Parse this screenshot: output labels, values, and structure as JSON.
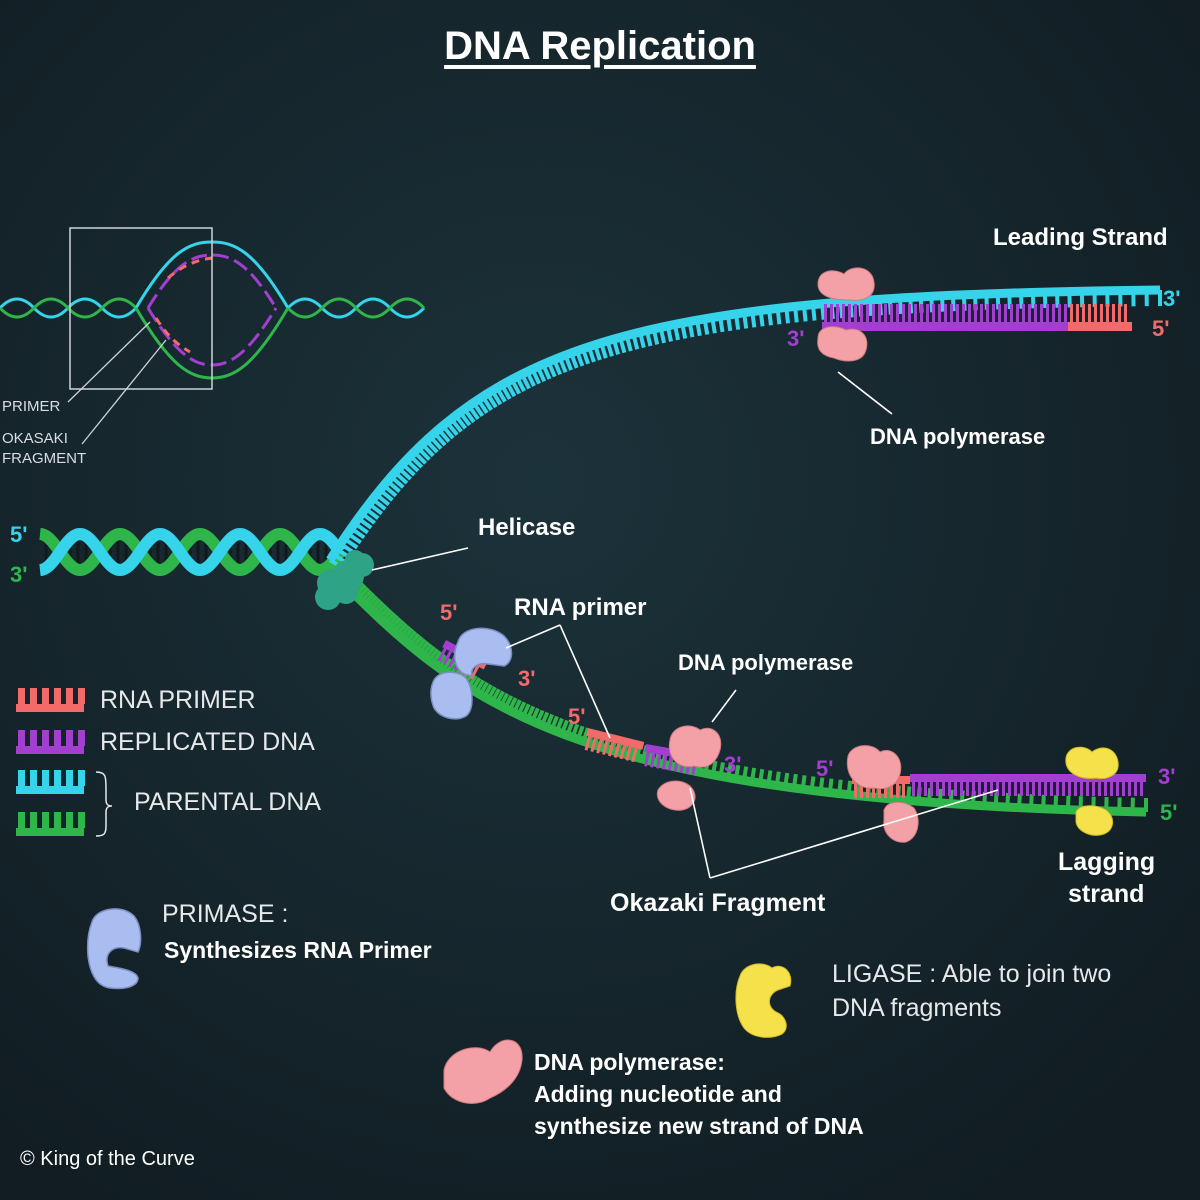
{
  "title": "DNA Replication",
  "colors": {
    "background": "#15242b",
    "parental_cyan": "#35d4ea",
    "parental_green": "#2fb64a",
    "replicated_purple": "#a23ed0",
    "rna_primer": "#f26a6a",
    "dna_polymerase": "#f3a1a6",
    "primase": "#a9bdf0",
    "ligase": "#f5e14a",
    "helicase": "#2fa386"
  },
  "inset": {
    "primer_label": "PRIMER",
    "okazaki_label_line1": "OKASAKI",
    "okazaki_label_line2": "FRAGMENT"
  },
  "labels": {
    "leading_strand": "Leading Strand",
    "dna_polymerase_top": "DNA polymerase",
    "helicase": "Helicase",
    "rna_primer": "RNA primer",
    "dna_polymerase_mid": "DNA polymerase",
    "okazaki_fragment": "Okazaki Fragment",
    "lagging_strand_line1": "Lagging",
    "lagging_strand_line2": "strand"
  },
  "ends": {
    "left_top": "5'",
    "left_bottom": "3'",
    "leading_right_top": "3'",
    "leading_right_bottom": "5'",
    "leading_polymerase_left": "3'",
    "primase_top": "5'",
    "primase_bottom": "3'",
    "okazaki1_left": "5'",
    "okazaki1_right": "3'",
    "okazaki2_left": "5'",
    "lagging_right_top": "3'",
    "lagging_right_bottom": "5'"
  },
  "legend": {
    "rna_primer": "RNA PRIMER",
    "replicated_dna": "REPLICATED DNA",
    "parental_dna": "PARENTAL DNA"
  },
  "notes": {
    "primase_title": "PRIMASE :",
    "primase_desc": "Synthesizes RNA Primer",
    "ligase_line1": "LIGASE : Able to join two",
    "ligase_line2": "DNA fragments",
    "polymerase_line1": "DNA polymerase:",
    "polymerase_line2": "Adding nucleotide and",
    "polymerase_line3": "synthesize new strand of DNA"
  },
  "credit": "© King of the Curve"
}
